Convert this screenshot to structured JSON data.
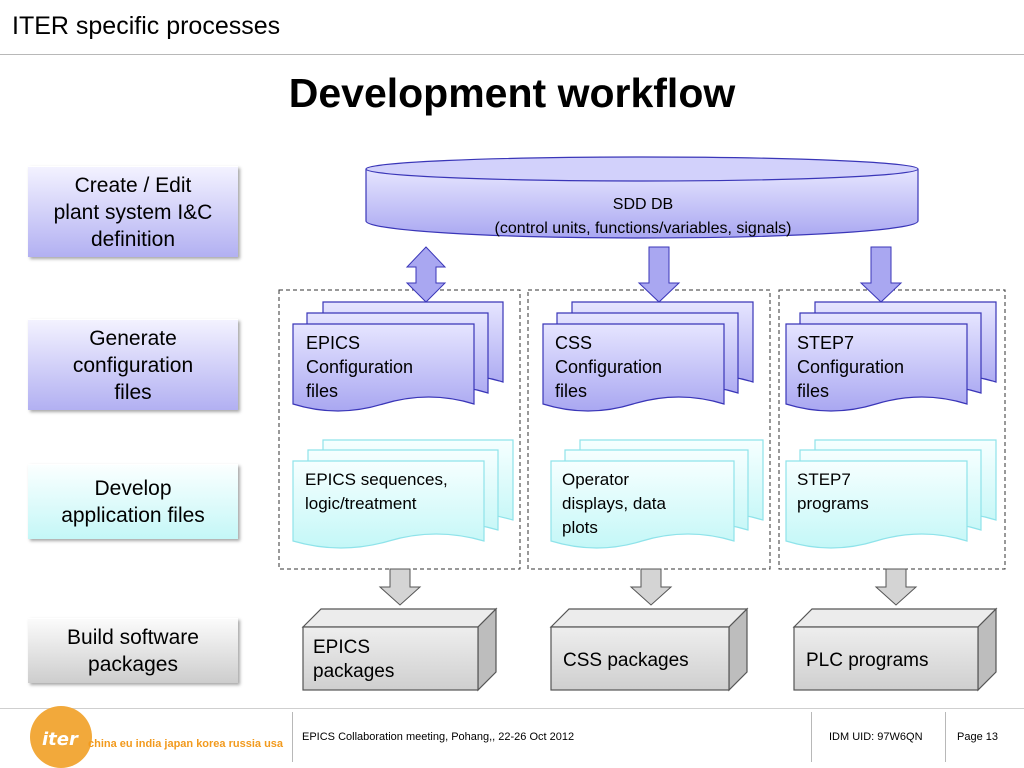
{
  "header": {
    "title": "ITER specific processes"
  },
  "slide": {
    "title": "Development workflow"
  },
  "stages": [
    {
      "label": "Create / Edit\nplant system I&C\ndefinition"
    },
    {
      "label": "Generate\nconfiguration\nfiles"
    },
    {
      "label": "Develop\napplication files"
    },
    {
      "label": "Build software\npackages"
    }
  ],
  "database": {
    "name": "SDD DB",
    "contents": "(control units, functions/variables, signals)"
  },
  "columns": [
    {
      "config": "EPICS\nConfiguration\nfiles",
      "app": "EPICS sequences,\nlogic/treatment",
      "package": "EPICS\npackages"
    },
    {
      "config": "CSS\nConfiguration\nfiles",
      "app": "Operator\ndisplays, data\nplots",
      "package": "CSS packages"
    },
    {
      "config": "STEP7\nConfiguration\nfiles",
      "app": "STEP7\nprograms",
      "package": "PLC programs"
    }
  ],
  "footer": {
    "logo_word": "iter",
    "logo_tagline": "china eu india japan korea russia usa",
    "meeting": "EPICS Collaboration meeting, Pohang,, 22-26 Oct 2012",
    "idm": "IDM UID: 97W6QN",
    "page": "Page 13"
  },
  "colors": {
    "config_fill": "#b3b1f3",
    "app_fill": "#c9f8f8",
    "package_fill": "#d9d9d9",
    "arrow_blue": "#a9a7f1",
    "arrow_grey": "#d4d4d4",
    "stroke_blue": "#3a36b8"
  }
}
